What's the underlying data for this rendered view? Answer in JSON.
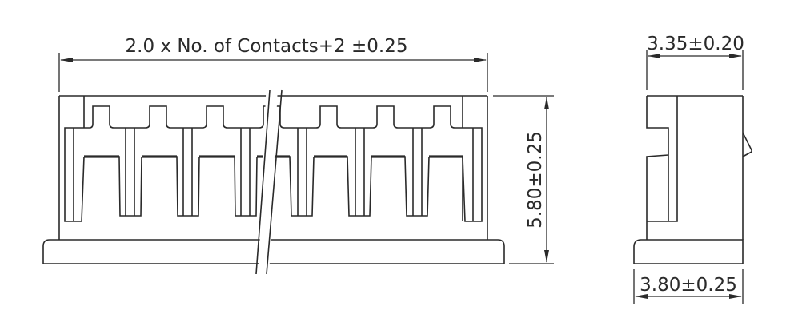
{
  "drawing": {
    "front_view": {
      "width_dimension": "2.0 x No. of Contacts+2 ±0.25",
      "height_dimension": "5.80±0.25"
    },
    "side_view": {
      "top_dimension": "3.35±0.20",
      "bottom_dimension": "3.80±0.25"
    },
    "line_color": "#2a2a2a",
    "background_color": "#ffffff"
  }
}
